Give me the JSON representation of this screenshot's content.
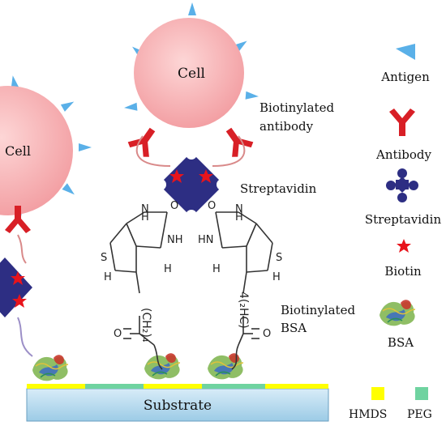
{
  "cells": {
    "left_label": "Cell",
    "top_label": "Cell"
  },
  "labels": {
    "biotinylated_antibody_line1": "Biotinylated",
    "biotinylated_antibody_line2": "antibody",
    "streptavidin": "Streptavidin",
    "biotinylated_bsa_line1": "Biotinylated",
    "biotinylated_bsa_line2": "BSA",
    "substrate": "Substrate"
  },
  "chem": {
    "h": "H",
    "n": "N",
    "nh": "NH",
    "o": "O",
    "s": "S",
    "ch2_4": "(CH₂)₄",
    "mirror_nh": "HN",
    "mirror_ch2_4": "4(₂HC)"
  },
  "legend": {
    "antigen": "Antigen",
    "antibody": "Antibody",
    "streptavidin": "Streptavidin",
    "biotin": "Biotin",
    "bsa": "BSA",
    "hmds": "HMDS",
    "peg": "PEG"
  },
  "colors": {
    "cell": "#f4a7a9",
    "antigen": "#5ab0e8",
    "antibody": "#d81f26",
    "streptavidin": "#2d2e83",
    "biotin": "#e8141c",
    "hmds": "#ffff00",
    "peg": "#6fd3a0",
    "substrate": "#b9dcf0"
  }
}
